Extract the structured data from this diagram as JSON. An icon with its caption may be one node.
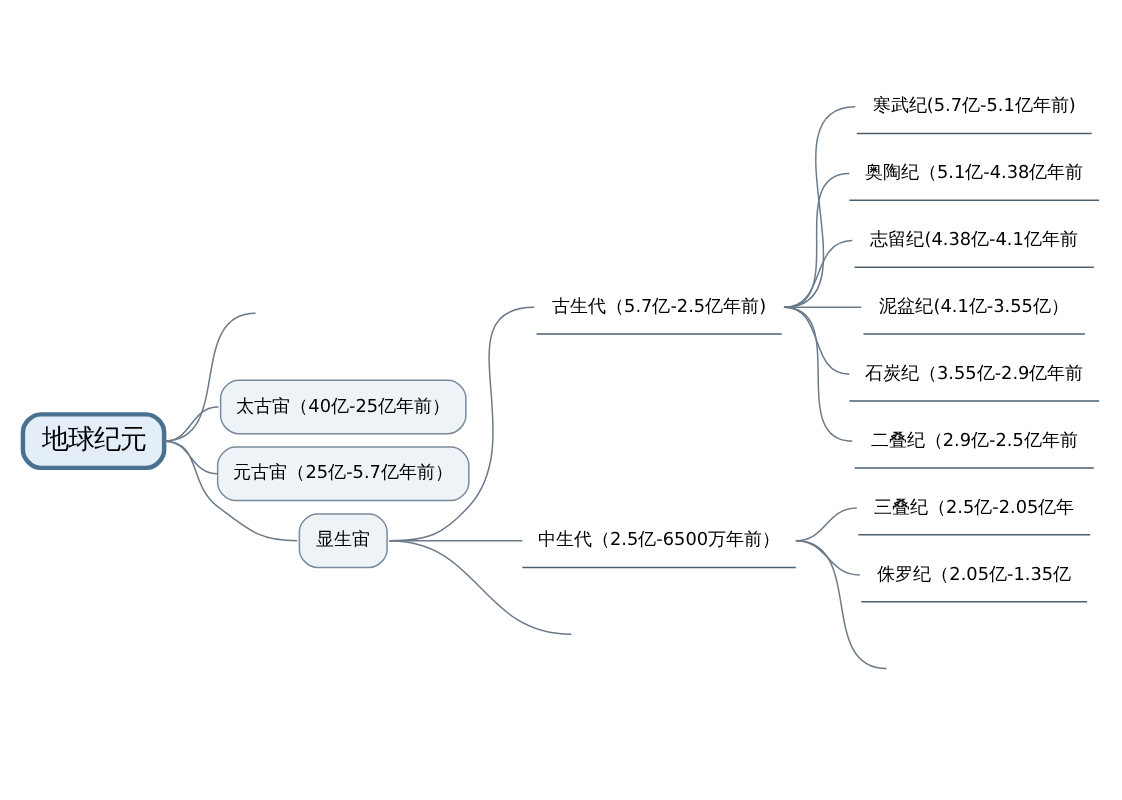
{
  "diagram": {
    "nodes": [
      {
        "text": [
          "地球纪元"
        ]
      },
      {
        "text": [
          "太古宙（40亿-25亿年前）"
        ]
      },
      {
        "text": [
          "元古宙（25亿-5.7亿年前）"
        ]
      },
      {
        "text": [
          "显生宙"
        ]
      },
      {
        "text": [
          "古生代（5.7亿-2.5亿年前)"
        ]
      },
      {
        "text": [
          "寒武纪(5.7亿-5.1亿年前)"
        ]
      },
      {
        "text": [
          "奥陶纪（5.1亿-4.38亿年前"
        ]
      },
      {
        "text": [
          "志留纪(4.38亿-4.1亿年前"
        ]
      },
      {
        "text": [
          "泥盆纪(4.1亿-3.55亿）"
        ]
      },
      {
        "text": [
          "石炭纪（3.55亿-2.9亿年前"
        ]
      },
      {
        "text": [
          "二叠纪（2.9亿-2.5亿年前"
        ]
      },
      {
        "text": [
          "中生代（2.5亿-6500万年前）"
        ]
      },
      {
        "text": [
          "三叠纪（2.5亿-2.05亿年"
        ]
      },
      {
        "text": [
          "侏罗纪（2.05亿-1.35亿"
        ]
      }
    ],
    "edges": [
      {
        "from": 0,
        "to": null,
        "arrow": "none"
      },
      {
        "from": 0,
        "to": 1,
        "arrow": "none"
      },
      {
        "from": 0,
        "to": 2,
        "arrow": "none"
      },
      {
        "from": 0,
        "to": 3,
        "arrow": "none"
      },
      {
        "from": 3,
        "to": 4,
        "arrow": "none"
      },
      {
        "from": 4,
        "to": 5,
        "arrow": "none"
      },
      {
        "from": 4,
        "to": 6,
        "arrow": "none"
      },
      {
        "from": 4,
        "to": 7,
        "arrow": "none"
      },
      {
        "from": 4,
        "to": 8,
        "arrow": "none"
      },
      {
        "from": 4,
        "to": 9,
        "arrow": "none"
      },
      {
        "from": 4,
        "to": 10,
        "arrow": "none"
      },
      {
        "from": 3,
        "to": 11,
        "arrow": "none"
      },
      {
        "from": 11,
        "to": 12,
        "arrow": "none"
      },
      {
        "from": 11,
        "to": 13,
        "arrow": "none"
      },
      {
        "from": 11,
        "to": null,
        "arrow": "none"
      },
      {
        "from": 3,
        "to": null,
        "arrow": "none"
      }
    ]
  }
}
